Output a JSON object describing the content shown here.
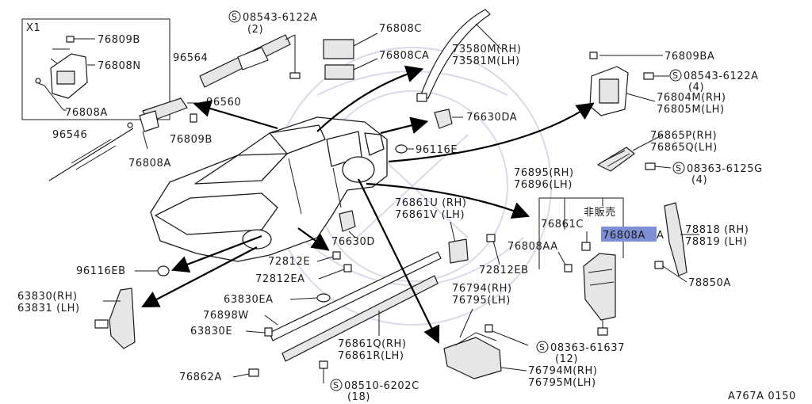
{
  "diagram": {
    "footer_code": "A767A 0150",
    "x1_label": "X1",
    "not_sold": "非販売",
    "labels": {
      "p76809B_a": "76809B",
      "p76808N": "76808N",
      "p76808A_a": "76808A",
      "p96564": "96564",
      "s08543_top": "08543-6122A",
      "s08543_top_qty": "(2)",
      "p76808C": "76808C",
      "p76808CA": "76808CA",
      "p73580M": "73580M(RH)",
      "p73581M": "73581M(LH)",
      "p76809BA": "76809BA",
      "s08543_right": "08543-6122A",
      "s08543_right_qty": "(4)",
      "p76804M": "76804M(RH)",
      "p76805M": "76805M(LH)",
      "p96560": "96560",
      "p96546": "96546",
      "p76809B_b": "76809B",
      "p76808A_b": "76808A",
      "p76630DA": "76630DA",
      "p96116E": "96116E",
      "p76865P": "76865P(RH)",
      "p76865Q": "76865Q(LH)",
      "s08363_125G": "08363-6125G",
      "s08363_125G_qty": "(4)",
      "p76895": "76895(RH)",
      "p76896": "76896(LH)",
      "p76861U": "76861U (RH)",
      "p76861V": "76861V (LH)",
      "p76861C": "76861C",
      "p76808A_highlight": "76808A",
      "p76808A_suffix": "A",
      "p78818": "78818 (RH)",
      "p78819": "78819 (LH)",
      "p76630D": "76630D",
      "p76808AA": "76808AA",
      "p96116EB": "96116EB",
      "p72812E": "72812E",
      "p72812EA": "72812EA",
      "p72812EB": "72812EB",
      "p78850A": "78850A",
      "p63830": "63830(RH)",
      "p63831": "63831 (LH)",
      "p63830EA": "63830EA",
      "p76794": "76794(RH)",
      "p76795": "76795(LH)",
      "p76898W": "76898W",
      "p63830E": "63830E",
      "p76861Q": "76861Q(RH)",
      "p76861R": "76861R(LH)",
      "s08363_637": "08363-61637",
      "s08363_637_qty": "(12)",
      "p76794M": "76794M(RH)",
      "p76795M": "76795M(LH)",
      "p76862A": "76862A",
      "s08510": "08510-6202C",
      "s08510_qty": "(18)"
    }
  }
}
